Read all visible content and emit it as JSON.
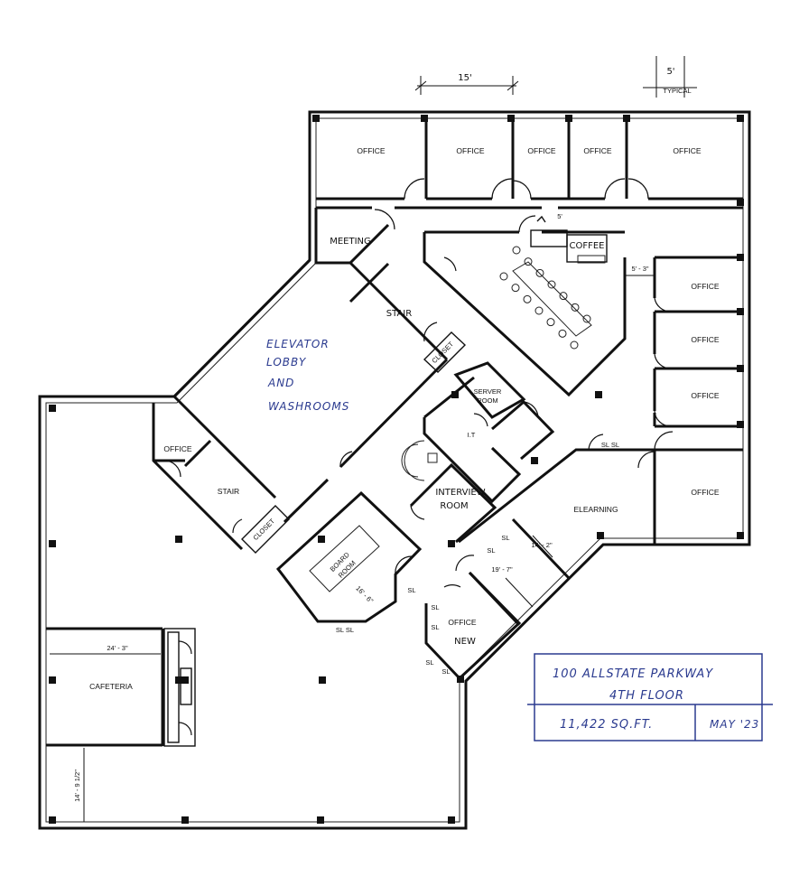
{
  "dimensions": {
    "bay_width": "15'",
    "mullion": "5'",
    "mullion_note": "TYPICAL",
    "d_5_3": "5' - 3\"",
    "d_5": "5'",
    "d_24_3": "24' - 3\"",
    "d_14_9": "14' - 9 1/2\"",
    "d_14_2": "14' - 2\"",
    "d_19_7": "19' - 7\"",
    "d_16_6": "16' - 6\""
  },
  "rooms": {
    "office_top_1": "OFFICE",
    "office_top_2": "OFFICE",
    "office_top_3": "OFFICE",
    "office_top_4": "OFFICE",
    "office_top_5": "OFFICE",
    "office_right_1": "OFFICE",
    "office_right_2": "OFFICE",
    "office_right_3": "OFFICE",
    "office_right_4": "OFFICE",
    "office_left": "OFFICE",
    "office_new_1": "OFFICE",
    "office_new_2": "NEW",
    "meeting": "MEETING",
    "coffee": "COFFEE",
    "stair_upper": "STAIR",
    "stair_lower": "STAIR",
    "closet_upper": "CLOSET",
    "closet_lower": "CLOSET",
    "server_1": "SERVER",
    "server_2": "ROOM",
    "it": "I.T",
    "interview_1": "INTERVIEW",
    "interview_2": "ROOM",
    "board_1": "BOARD",
    "board_2": "ROOM",
    "elearning": "ELEARNING",
    "cafeteria": "CAFETERIA",
    "lobby_1": "ELEVATOR",
    "lobby_2": "LOBBY",
    "lobby_3": "AND",
    "lobby_4": "WASHROOMS"
  },
  "sidelights": "SL",
  "sidelights_pair": "SL  SL",
  "title_block": {
    "line1": "100 ALLSTATE PARKWAY",
    "line2": "4TH FLOOR",
    "area": "11,422 SQ.FT.",
    "date": "MAY '23"
  },
  "colors": {
    "ink": "#2a3a8f",
    "line": "#111111"
  }
}
